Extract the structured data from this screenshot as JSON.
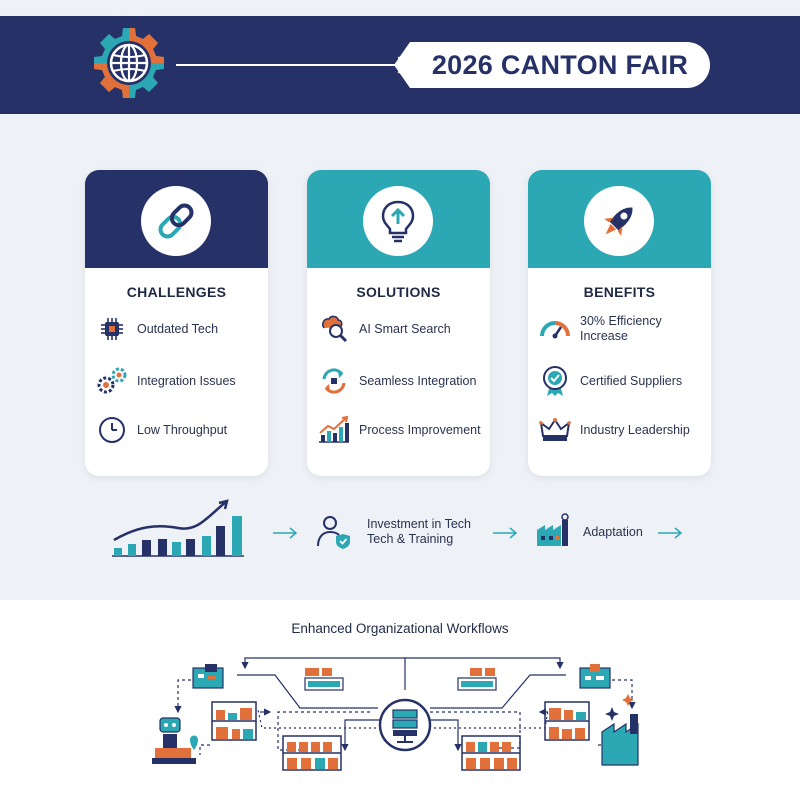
{
  "header": {
    "title": "2026 CANTON FAIR"
  },
  "colors": {
    "navy": "#253167",
    "teal": "#2ba8b4",
    "orange": "#e2703a",
    "background": "#eef1f6"
  },
  "cards": [
    {
      "title": "CHALLENGES",
      "icon": "chain-link-icon",
      "items": [
        {
          "label": "Outdated Tech",
          "icon": "chip-icon"
        },
        {
          "label": "Integration Issues",
          "icon": "gears-icon"
        },
        {
          "label": "Low Throughput",
          "icon": "clock-icon"
        }
      ]
    },
    {
      "title": "SOLUTIONS",
      "icon": "lightbulb-icon",
      "items": [
        {
          "label": "AI Smart Search",
          "icon": "brain-search-icon"
        },
        {
          "label": "Seamless Integration",
          "icon": "sync-arrows-icon"
        },
        {
          "label": "Process Improvement",
          "icon": "growth-chart-icon"
        }
      ]
    },
    {
      "title": "BENEFITS",
      "icon": "rocket-icon",
      "items": [
        {
          "label": "30% Efficiency",
          "label2": "Increase",
          "icon": "gauge-icon"
        },
        {
          "label": "Certified Suppliers",
          "icon": "award-badge-icon"
        },
        {
          "label": "Industry Leadership",
          "icon": "crown-icon"
        }
      ]
    }
  ],
  "flow": {
    "investment_line1": "Investment in Tech",
    "investment_line2": "Tech & Training",
    "adaptation": "Adaptation"
  },
  "workflow": {
    "title": "Enhanced Organizational Workflows"
  }
}
